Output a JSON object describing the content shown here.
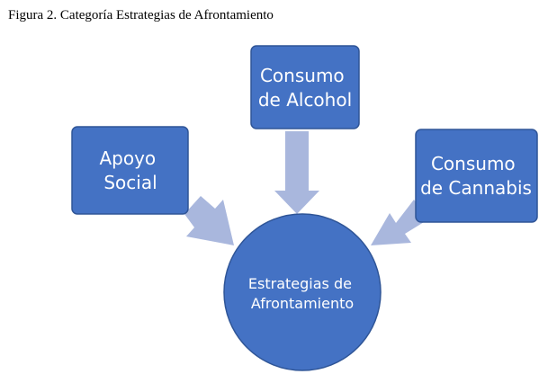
{
  "caption": "Figura 2. Categoría Estrategias de Afrontamiento",
  "colors": {
    "box_fill": "#4472C4",
    "box_stroke": "#2F5597",
    "arrow_fill": "#A9B7DD",
    "text": "#FFFFFF"
  },
  "center": {
    "lines": [
      "Estrategias de",
      "Afrontamiento"
    ]
  },
  "boxes": [
    {
      "id": "apoyo-social",
      "lines": [
        "Apoyo",
        "Social"
      ]
    },
    {
      "id": "consumo-alcohol",
      "lines": [
        "Consumo",
        "de Alcohol"
      ]
    },
    {
      "id": "consumo-cannabis",
      "lines": [
        "Consumo",
        "de Cannabis"
      ]
    }
  ]
}
